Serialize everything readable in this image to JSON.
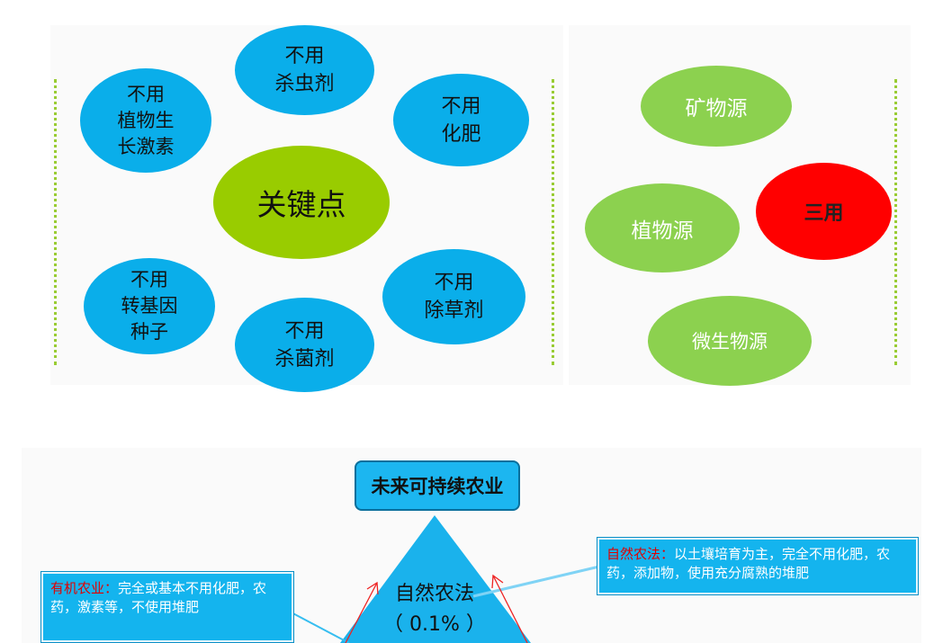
{
  "diagram_top": {
    "left_group": {
      "center": "关键点",
      "items": [
        "不用\n杀虫剂",
        "不用\n植物生\n长激素",
        "不用\n化肥",
        "不用\n转基因\n种子",
        "不用\n除草剂",
        "不用\n杀菌剂"
      ]
    },
    "right_group": {
      "highlight": "三用",
      "sources": [
        "矿物源",
        "植物源",
        "微生物源"
      ]
    }
  },
  "diagram_bottom": {
    "title": "未来可持续农业",
    "pyramid_top_label": "自然农法",
    "pyramid_top_value": "（ 0.1% ）",
    "natural_box": {
      "lead": "自然农法：",
      "text": "以土壤培育为主，完全不用化肥，农药，添加物，使用充分腐熟的堆肥"
    },
    "organic_box": {
      "lead": "有机农业：",
      "text": "完全或基本不用化肥，农药，激素等，不使用堆肥"
    }
  },
  "colors": {
    "blue": "#0aaeea",
    "green": "#8cd14f",
    "red": "#ff0000",
    "olive": "#99cc00",
    "triangle": "#1ab2ec"
  }
}
